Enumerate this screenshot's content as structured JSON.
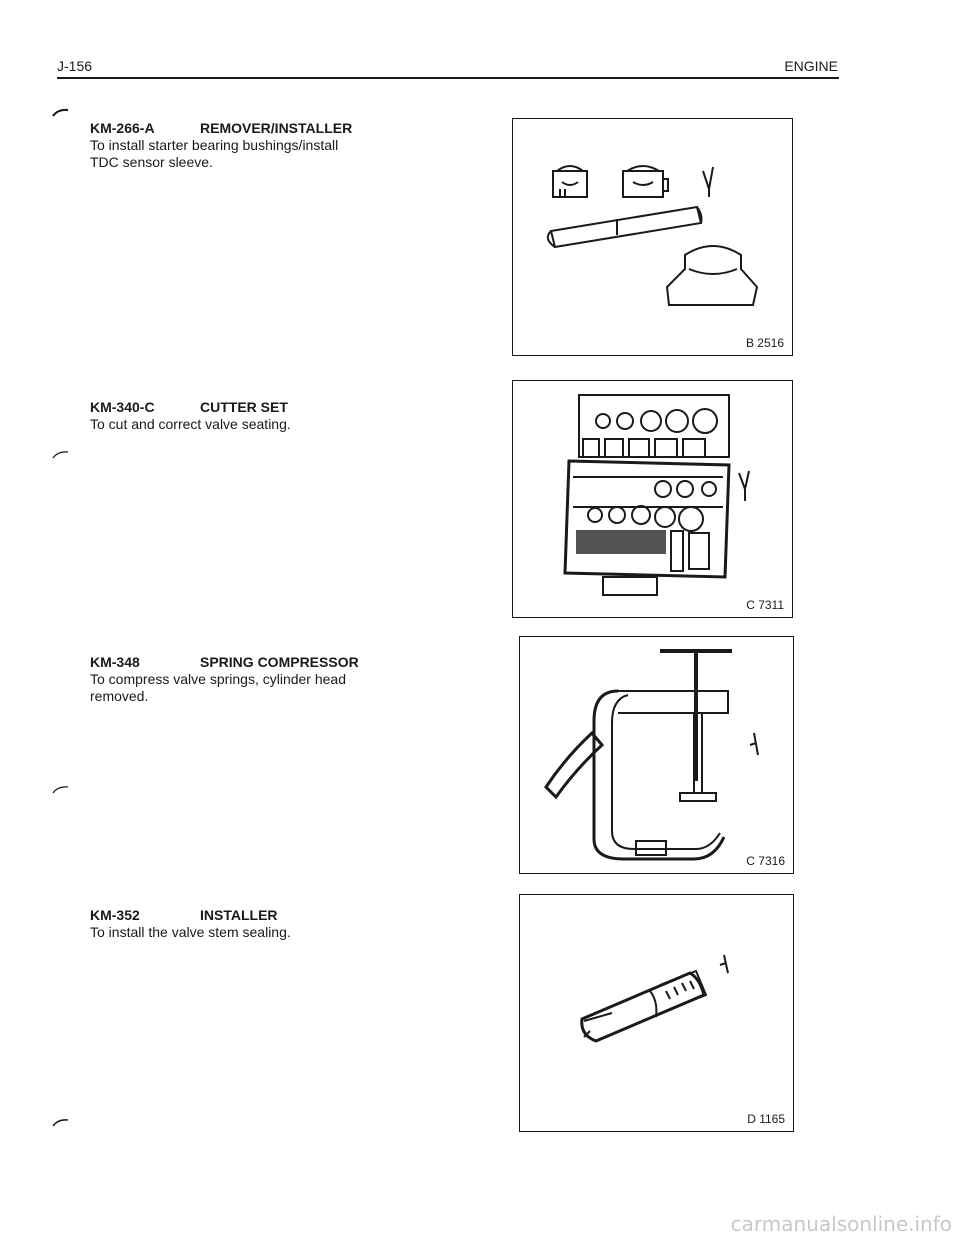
{
  "header": {
    "page_number": "J-156",
    "section": "ENGINE"
  },
  "tools": [
    {
      "code": "KM-266-A",
      "name": "REMOVER/INSTALLER",
      "desc_lines": [
        "To install starter bearing bushings/install",
        "TDC sensor sleeve."
      ],
      "figure_label": "B 2516"
    },
    {
      "code": "KM-340-C",
      "name": "CUTTER SET",
      "desc_lines": [
        "To cut and correct valve seating."
      ],
      "figure_label": "C 7311"
    },
    {
      "code": "KM-348",
      "name": "SPRING COMPRESSOR",
      "desc_lines": [
        "To compress valve springs, cylinder head",
        "removed."
      ],
      "figure_label": "C 7316"
    },
    {
      "code": "KM-352",
      "name": "INSTALLER",
      "desc_lines": [
        "To install the valve stem sealing."
      ],
      "figure_label": "D 1165"
    }
  ],
  "footer": {
    "watermark": "carmanualsonline.info"
  }
}
